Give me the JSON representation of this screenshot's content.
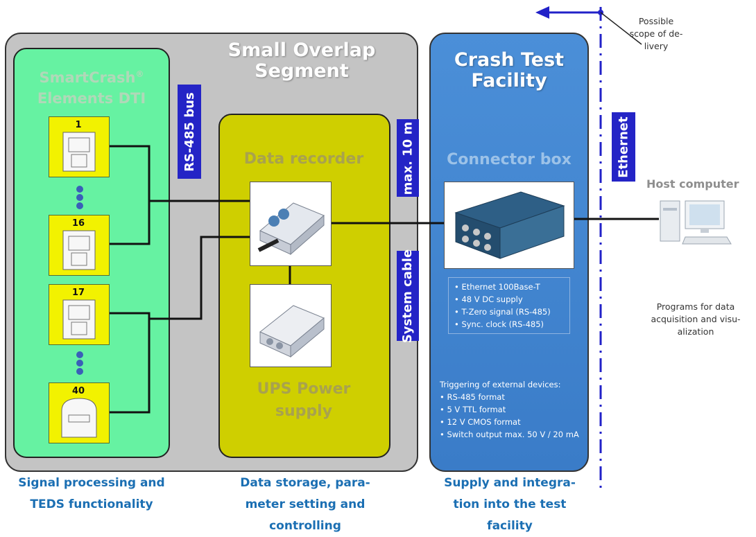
{
  "segments": {
    "small_overlap": {
      "title_line1": "Small Overlap",
      "title_line2": "Segment"
    },
    "crash_test": {
      "title_line1": "Crash Test",
      "title_line2": "Facility"
    }
  },
  "smartcrash": {
    "title_line1": "SmartCrash",
    "title_sup": "®",
    "title_line2": "Elements DTI",
    "elements": [
      "1",
      "16",
      "17",
      "40"
    ]
  },
  "labels": {
    "rs485_bus": "RS-485 bus",
    "max_length": "max. 10 m",
    "system_cable": "System cable",
    "ethernet": "Ethernet"
  },
  "devices": {
    "data_recorder": "Data recorder",
    "ups_line1": "UPS Power",
    "ups_line2": "supply",
    "connector_box": "Connector box",
    "host_computer": "Host computer"
  },
  "connector_features": [
    "Ethernet 100Base-T",
    "48 V DC supply",
    "T-Zero signal (RS-485)",
    "Sync. clock (RS-485)"
  ],
  "triggering": {
    "heading": "Triggering of external devices:",
    "items": [
      "RS-485 format",
      "5 V TTL format",
      "12 V CMOS format",
      "Switch output max. 50 V / 20 mA"
    ]
  },
  "scope": {
    "line1": "Possible",
    "line2": "scope of de-",
    "line3": "livery"
  },
  "host_caption": {
    "line1": "Programs for data",
    "line2": "acquisition and visu-",
    "line3": "alization"
  },
  "bottom_captions": {
    "signal": {
      "line1": "Signal processing and",
      "line2": "TEDS functionality"
    },
    "storage": {
      "line1": "Data storage, para-",
      "line2": "meter setting and",
      "line3": "controlling"
    },
    "supply": {
      "line1": "Supply and integra-",
      "line2": "tion into the test",
      "line3": "facility"
    }
  },
  "colors": {
    "gray_panel": "#c4c4c4",
    "green_panel": "#66f2a2",
    "olive_panel": "#cfcf00",
    "blue_panel": "#3f84d0",
    "label_blue": "#2424c6",
    "caption_blue": "#1b6fb3"
  }
}
